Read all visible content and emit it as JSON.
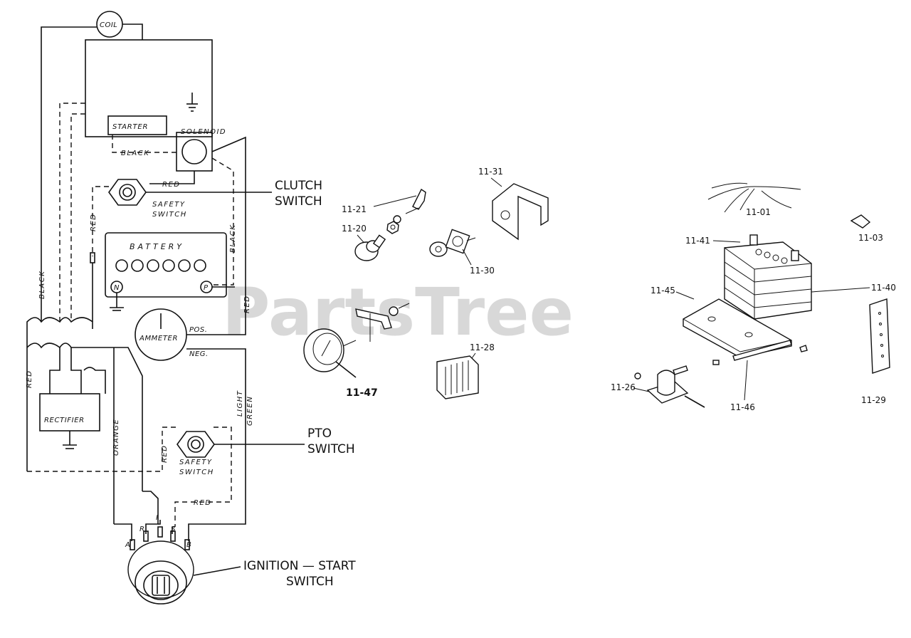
{
  "watermark": "PartsTree",
  "wiring": {
    "coil": "COIL",
    "starter": "STARTER",
    "solenoid": "SOLENOID",
    "battery": "BATTERY",
    "battery_neg": "N",
    "battery_pos": "P",
    "ammeter": "AMMETER",
    "pos": "POS.",
    "neg": "NEG.",
    "rectifier": "RECTIFIER",
    "safety_switch": [
      "SAFETY",
      "SWITCH"
    ],
    "wires": {
      "black": "BLACK",
      "red": "RED",
      "orange": "ORANGE",
      "light": "LIGHT",
      "green": "GREEN"
    },
    "terminals": {
      "a": "A",
      "r": "R",
      "i": "I",
      "s": "S",
      "b": "B"
    }
  },
  "callouts": {
    "clutch": [
      "CLUTCH",
      "SWITCH"
    ],
    "pto": [
      "PTO",
      "SWITCH"
    ],
    "ignition": [
      "IGNITION — START",
      "SWITCH"
    ]
  },
  "parts": {
    "p1121": "11-21",
    "p1120": "11-20",
    "p1131": "11-31",
    "p1130": "11-30",
    "p1147": "11-47",
    "p1128": "11-28",
    "p1101": "11-01",
    "p1103": "11-03",
    "p1141": "11-41",
    "p1140": "11-40",
    "p1145": "11-45",
    "p1126": "11-26",
    "p1146": "11-46",
    "p1129": "11-29"
  }
}
